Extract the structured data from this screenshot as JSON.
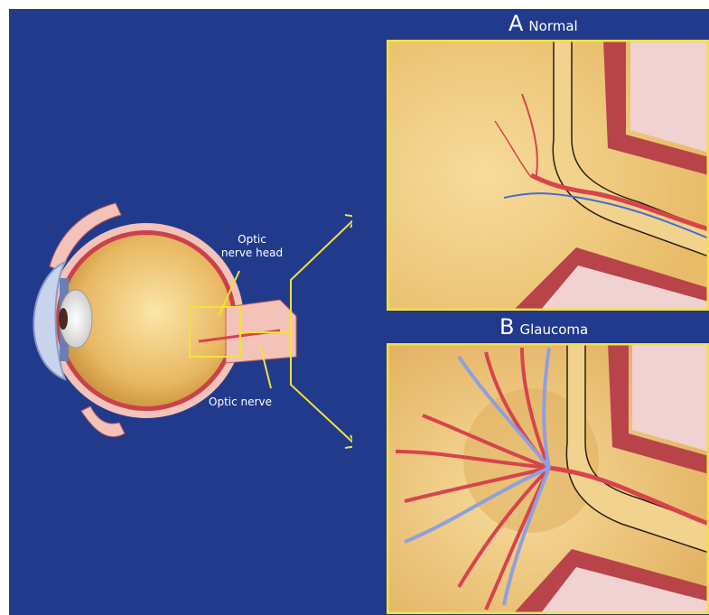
{
  "labels": {
    "optic_nerve_head_line1": "Optic",
    "optic_nerve_head_line2": "nerve head",
    "optic_nerve": "Optic nerve"
  },
  "panels": {
    "a": {
      "letter": "A",
      "title": "Normal"
    },
    "b": {
      "letter": "B",
      "title": "Glaucoma"
    }
  },
  "colors": {
    "background": "#223a8c",
    "frame": "#f2e23a",
    "tissue": "#f1d38e",
    "artery": "#d8434c",
    "vein": "#8f9fe0",
    "sclera": "#f3c2b8"
  }
}
